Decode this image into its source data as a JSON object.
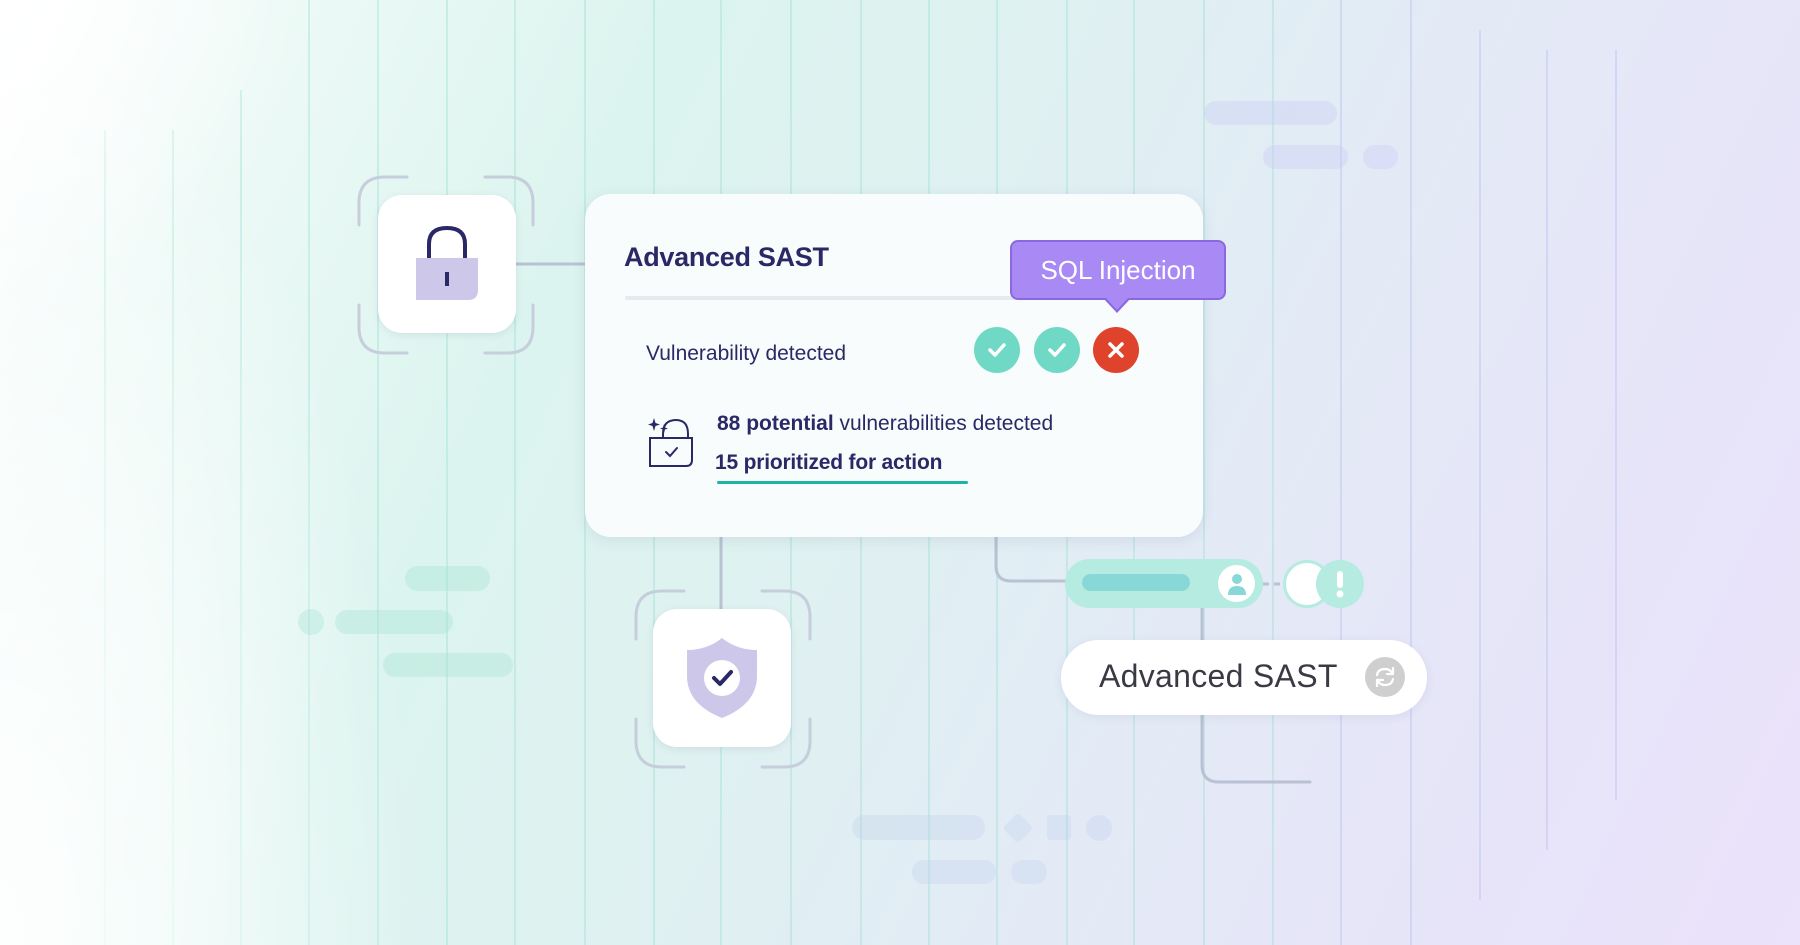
{
  "main_card": {
    "title": "Advanced SAST",
    "row_label": "Vulnerability detected",
    "statuses": [
      {
        "state": "pass",
        "icon": "check-icon",
        "color": "#6fd9c6"
      },
      {
        "state": "pass",
        "icon": "check-icon",
        "color": "#6fd9c6"
      },
      {
        "state": "fail",
        "icon": "x-icon",
        "color": "#e0432c"
      }
    ],
    "summary": {
      "count_bold": "88 potential",
      "count_rest": " vulnerabilities detected",
      "prioritized": "15 prioritized for action"
    }
  },
  "tooltip": {
    "label": "SQL Injection",
    "color": "#a98af5"
  },
  "sast_pill": {
    "label": "Advanced SAST",
    "icon": "refresh-icon"
  },
  "icons": {
    "lock_card": "lock-icon",
    "shield_card": "shield-check-icon",
    "summary": "sparkle-lock-icon",
    "avatar": "user-icon",
    "alert": "exclamation-icon"
  },
  "colors": {
    "text_primary": "#2b2866",
    "accent_teal": "#1fb2a8",
    "icon_lavender": "#cdc7ea"
  }
}
